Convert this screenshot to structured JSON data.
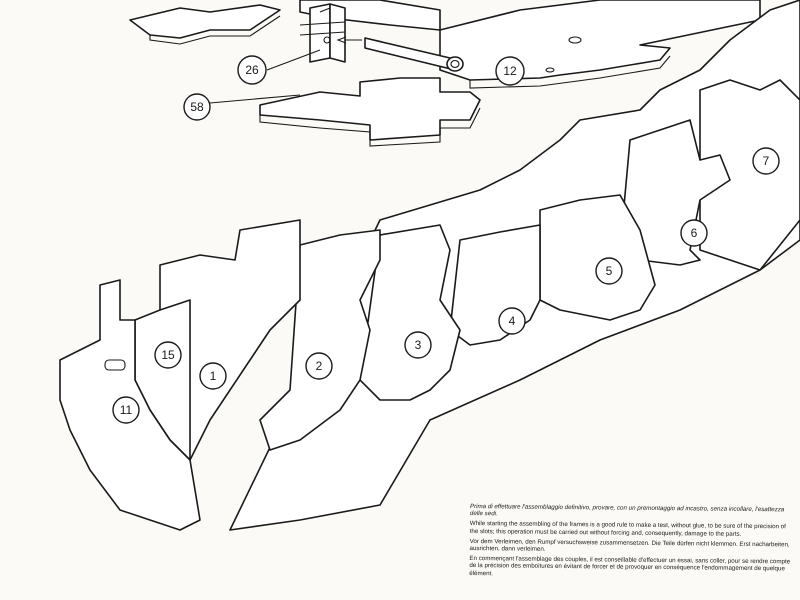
{
  "callouts": [
    {
      "id": "c26",
      "label": "26"
    },
    {
      "id": "c58",
      "label": "58"
    },
    {
      "id": "c12",
      "label": "12"
    },
    {
      "id": "c7",
      "label": "7"
    },
    {
      "id": "c6",
      "label": "6"
    },
    {
      "id": "c5",
      "label": "5"
    },
    {
      "id": "c4",
      "label": "4"
    },
    {
      "id": "c3",
      "label": "3"
    },
    {
      "id": "c2",
      "label": "2"
    },
    {
      "id": "c1",
      "label": "1"
    },
    {
      "id": "c15",
      "label": "15"
    },
    {
      "id": "c11",
      "label": "11"
    }
  ],
  "instructions": {
    "italian": "Prima di effettuare l'assemblaggio definitivo, provare, con un premontaggio ad incastro, senza incollare, l'esattezza delle sedi.",
    "english": "While starting the assembling of the frames is a good rule to make a test, without glue, to be sure of the precision of the slots; this operation must be carried out without forcing and, consequently, damage to the parts.",
    "german": "Vor dem Verleimen, den Rumpf versuchsweise zusammensetzen. Die Teile dürfen nicht klemmen. Erst nacharbeiten, ausrichten, dann verleimen.",
    "french": "En commençant l'assemblage des couples, il est conseillable d'effectuer un essai, sans coller, pour se rendre compte de la précision des emboitures en évitant de forcer et de provoquer en conséquence l'endommagement de quelque élément."
  }
}
